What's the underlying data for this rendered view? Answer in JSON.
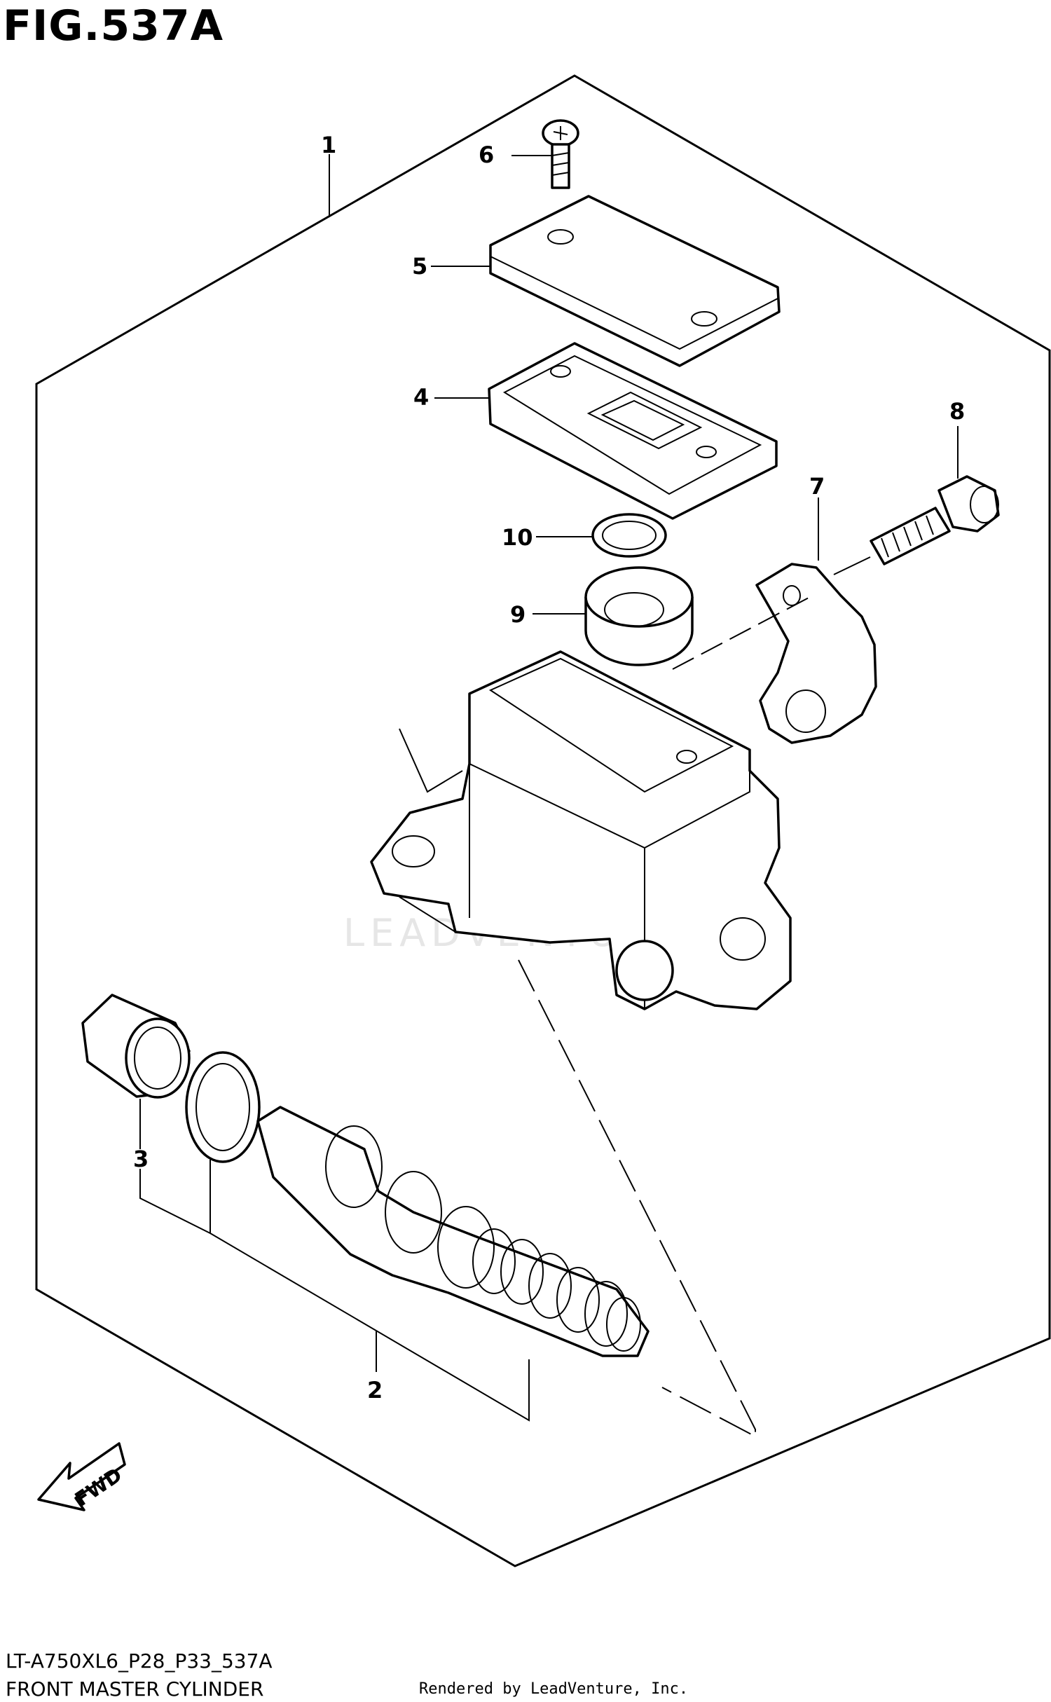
{
  "figure": {
    "title": "FIG.537A",
    "model_code": "LT-A750XL6_P28_P33_537A",
    "caption": "FRONT MASTER CYLINDER",
    "rendered_by": "Rendered by LeadVenture, Inc.",
    "watermark": "LEADVENTURE"
  },
  "direction_arrow": {
    "label": "FWD"
  },
  "callouts": [
    {
      "id": "callout-1",
      "label": "1"
    },
    {
      "id": "callout-2",
      "label": "2"
    },
    {
      "id": "callout-3",
      "label": "3"
    },
    {
      "id": "callout-4",
      "label": "4"
    },
    {
      "id": "callout-5",
      "label": "5"
    },
    {
      "id": "callout-6",
      "label": "6"
    },
    {
      "id": "callout-7",
      "label": "7"
    },
    {
      "id": "callout-8",
      "label": "8"
    },
    {
      "id": "callout-9",
      "label": "9"
    },
    {
      "id": "callout-10",
      "label": "10"
    }
  ]
}
